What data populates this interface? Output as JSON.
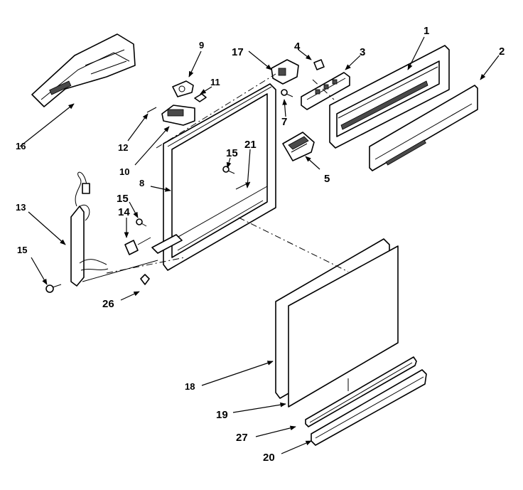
{
  "callouts": {
    "c1": "1",
    "c2": "2",
    "c3": "3",
    "c4": "4",
    "c5": "5",
    "c7": "7",
    "c8": "8",
    "c9": "9",
    "c10": "10",
    "c11": "11",
    "c12": "12",
    "c13": "13",
    "c14": "14",
    "c15a": "15",
    "c15b": "15",
    "c15c": "15",
    "c16": "16",
    "c17": "17",
    "c18": "18",
    "c19": "19",
    "c20": "20",
    "c21": "21",
    "c26": "26",
    "c27": "27"
  }
}
